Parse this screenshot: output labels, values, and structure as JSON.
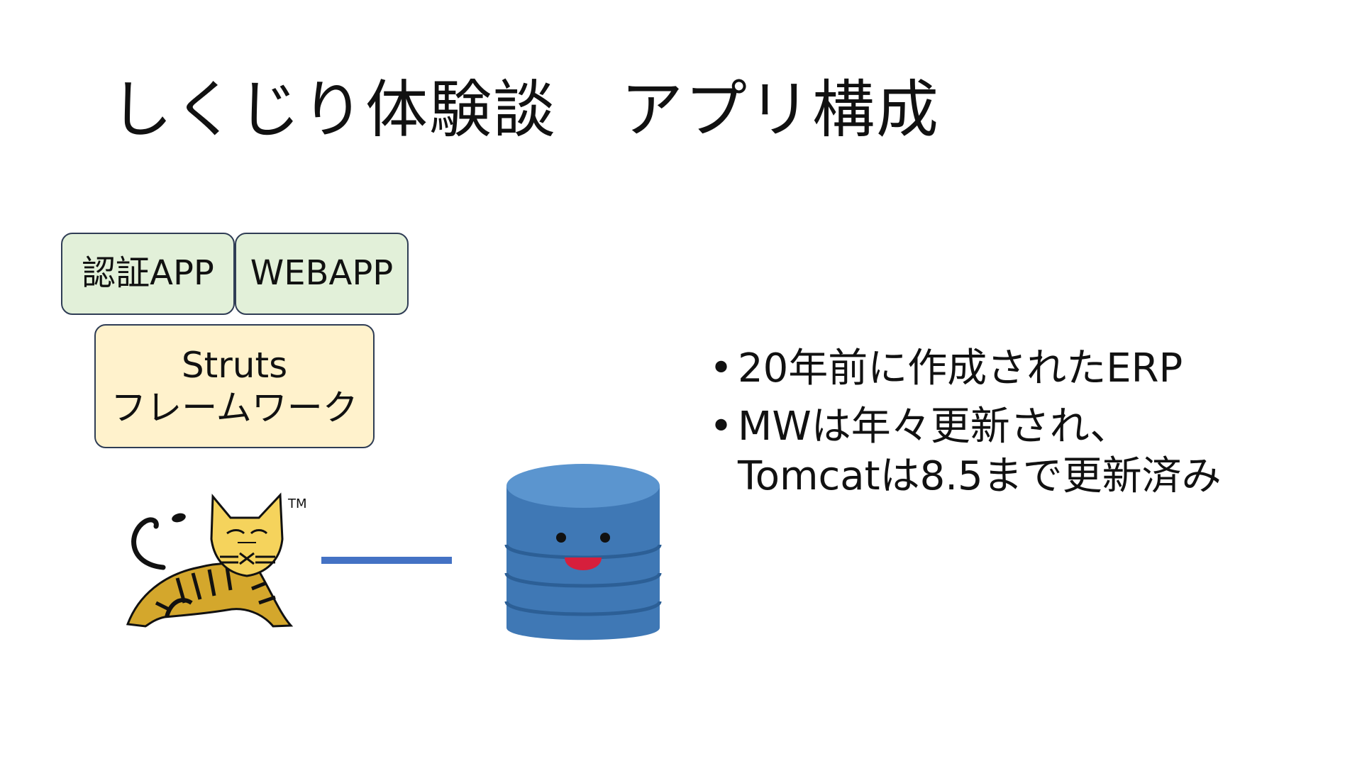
{
  "slide": {
    "title": "しくじり体験談　アプリ構成",
    "boxes": {
      "auth_app": "認証APP",
      "web_app": "WEBAPP",
      "struts_line1": "Struts",
      "struts_line2": "フレームワーク"
    },
    "bullets": [
      {
        "line1": "20年前に作成されたERP",
        "line2": ""
      },
      {
        "line1": "MWは年々更新され、",
        "line2": "Tomcatは8.5まで更新済み"
      }
    ],
    "bullet_symbol": "•",
    "tomcat_trademark": "TM",
    "colors": {
      "green_box": "#e2f0d9",
      "yellow_box": "#fff2cc",
      "box_border": "#2f3d55",
      "connector": "#4472c4",
      "database": "#3f78b5"
    },
    "icons": [
      "tomcat-logo-icon",
      "database-icon"
    ]
  }
}
